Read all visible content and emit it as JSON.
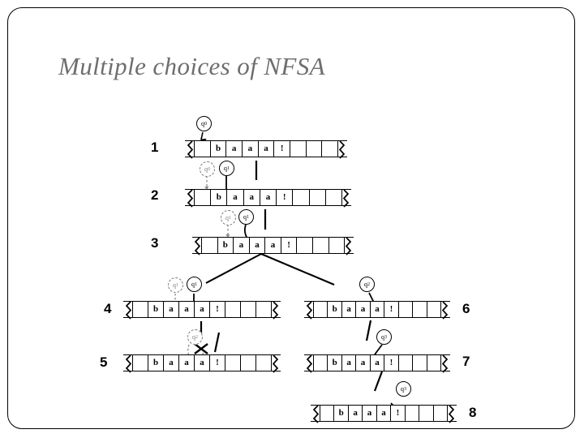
{
  "slide": {
    "title": "Multiple choices of NFSA",
    "title_color": "#6e6e6e",
    "background_color": "#ffffff",
    "border_color": "#000000"
  },
  "tape_alphabet": [
    "b",
    "a",
    "a",
    "a",
    "!"
  ],
  "states": {
    "q0": "q",
    "q0_sub": "0",
    "q1": "q",
    "q1_sub": "1",
    "q2": "q",
    "q2_sub": "2",
    "q3": "q",
    "q3_sub": "3"
  },
  "row_numbers": {
    "n1": "1",
    "n2": "2",
    "n3": "3",
    "n4": "4",
    "n5": "5",
    "n6": "6",
    "n7": "7",
    "n8": "8"
  },
  "rows": [
    {
      "id": "row-1",
      "number": "1",
      "cells": [
        "",
        "b",
        "a",
        "a",
        "a",
        "!",
        "",
        "",
        ""
      ],
      "heads": [
        {
          "state": "q0",
          "style": "solid",
          "cell_index": 1,
          "note": "head before b"
        }
      ]
    },
    {
      "id": "row-2",
      "number": "2",
      "cells": [
        "",
        "b",
        "a",
        "a",
        "a",
        "!",
        "",
        "",
        ""
      ],
      "heads": [
        {
          "state": "q0",
          "style": "dashed",
          "cell_index": 1,
          "note": "previous position"
        },
        {
          "state": "q1",
          "style": "solid",
          "cell_index": 2,
          "note": "head after reading b"
        }
      ]
    },
    {
      "id": "row-3",
      "number": "3",
      "cells": [
        "",
        "b",
        "a",
        "a",
        "a",
        "!",
        "",
        "",
        ""
      ],
      "heads": [
        {
          "state": "q1",
          "style": "dashed",
          "cell_index": 2,
          "note": "previous position"
        },
        {
          "state": "q1",
          "style": "solid",
          "cell_index": 3,
          "note": "head after reading a"
        }
      ]
    },
    {
      "id": "row-4",
      "number": "4",
      "side": "left",
      "cells": [
        "",
        "b",
        "a",
        "a",
        "a",
        "!",
        "",
        "",
        ""
      ],
      "heads": [
        {
          "state": "q1",
          "style": "dashed",
          "cell_index": 3,
          "note": "previous position"
        },
        {
          "state": "q1",
          "style": "solid",
          "cell_index": 4,
          "note": "head after reading a"
        }
      ]
    },
    {
      "id": "row-5",
      "number": "5",
      "side": "left",
      "cells": [
        "",
        "b",
        "a",
        "a",
        "a",
        "!",
        "",
        "",
        ""
      ],
      "heads": [
        {
          "state": "q2",
          "style": "dashed",
          "cell_index": 4,
          "note": "crossed out - dead branch"
        }
      ],
      "marker": "x-cross"
    },
    {
      "id": "row-6",
      "number": "6",
      "side": "right",
      "cells": [
        "",
        "b",
        "a",
        "a",
        "a",
        "!",
        "",
        "",
        ""
      ],
      "heads": [
        {
          "state": "q2",
          "style": "solid",
          "cell_index": 4,
          "note": "alternate choice"
        }
      ]
    },
    {
      "id": "row-7",
      "number": "7",
      "side": "right",
      "cells": [
        "",
        "b",
        "a",
        "a",
        "a",
        "!",
        "",
        "",
        ""
      ],
      "heads": [
        {
          "state": "q3",
          "style": "solid",
          "cell_index": 5,
          "note": "head on !"
        }
      ]
    },
    {
      "id": "row-8",
      "number": "8",
      "side": "right",
      "cells": [
        "",
        "b",
        "a",
        "a",
        "a",
        "!",
        "",
        "",
        ""
      ],
      "heads": [
        {
          "state": "q3",
          "style": "solid",
          "cell_index": 6,
          "note": "head past !"
        }
      ]
    }
  ],
  "branch": {
    "label": "nondeterministic-branch",
    "from_row": "row-3",
    "to_rows": [
      "row-4",
      "row-6"
    ]
  }
}
